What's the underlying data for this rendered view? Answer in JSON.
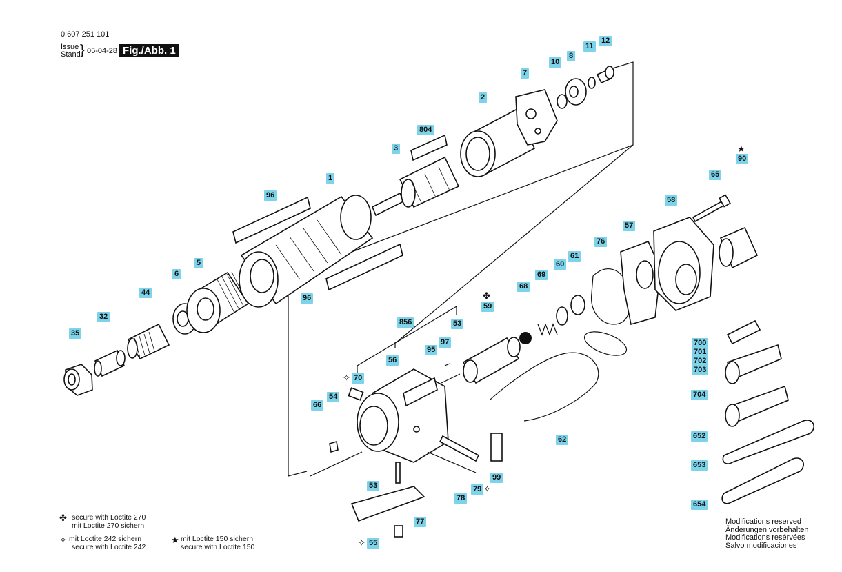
{
  "header": {
    "part_number": "0 607 251 101",
    "issue_label": "Issue",
    "stand_label": "Stand",
    "date": "05-04-28",
    "figure_label": "Fig./Abb. 1"
  },
  "callouts": [
    "1",
    "2",
    "3",
    "5",
    "6",
    "7",
    "8",
    "10",
    "11",
    "12",
    "32",
    "35",
    "44",
    "53",
    "53",
    "54",
    "55",
    "56",
    "57",
    "58",
    "59",
    "60",
    "61",
    "62",
    "65",
    "66",
    "68",
    "69",
    "70",
    "76",
    "77",
    "78",
    "79",
    "804",
    "856",
    "90",
    "95",
    "96",
    "96",
    "97",
    "99",
    "652",
    "653",
    "654",
    "700",
    "701",
    "702",
    "703",
    "704"
  ],
  "symbols": {
    "clover": "✤",
    "star": "★",
    "sparkle": "✧"
  },
  "legend": {
    "loctite270_line1": "secure with Loctite 270",
    "loctite270_line2": "mit Loctite 270 sichern",
    "loctite242_line1": "mit Loctite 242 sichern",
    "loctite242_line2": "secure with Loctite 242",
    "loctite150_line1": "mit Loctite 150 sichern",
    "loctite150_line2": "secure with Loctite 150"
  },
  "modifications": {
    "en": "Modifications reserved",
    "de": "Änderungen vorbehalten",
    "fr": "Modifications resérvées",
    "es": "Salvo modificaciones"
  },
  "colors": {
    "tag_bg": "#7dd3ea",
    "figure_bg": "#111111"
  }
}
